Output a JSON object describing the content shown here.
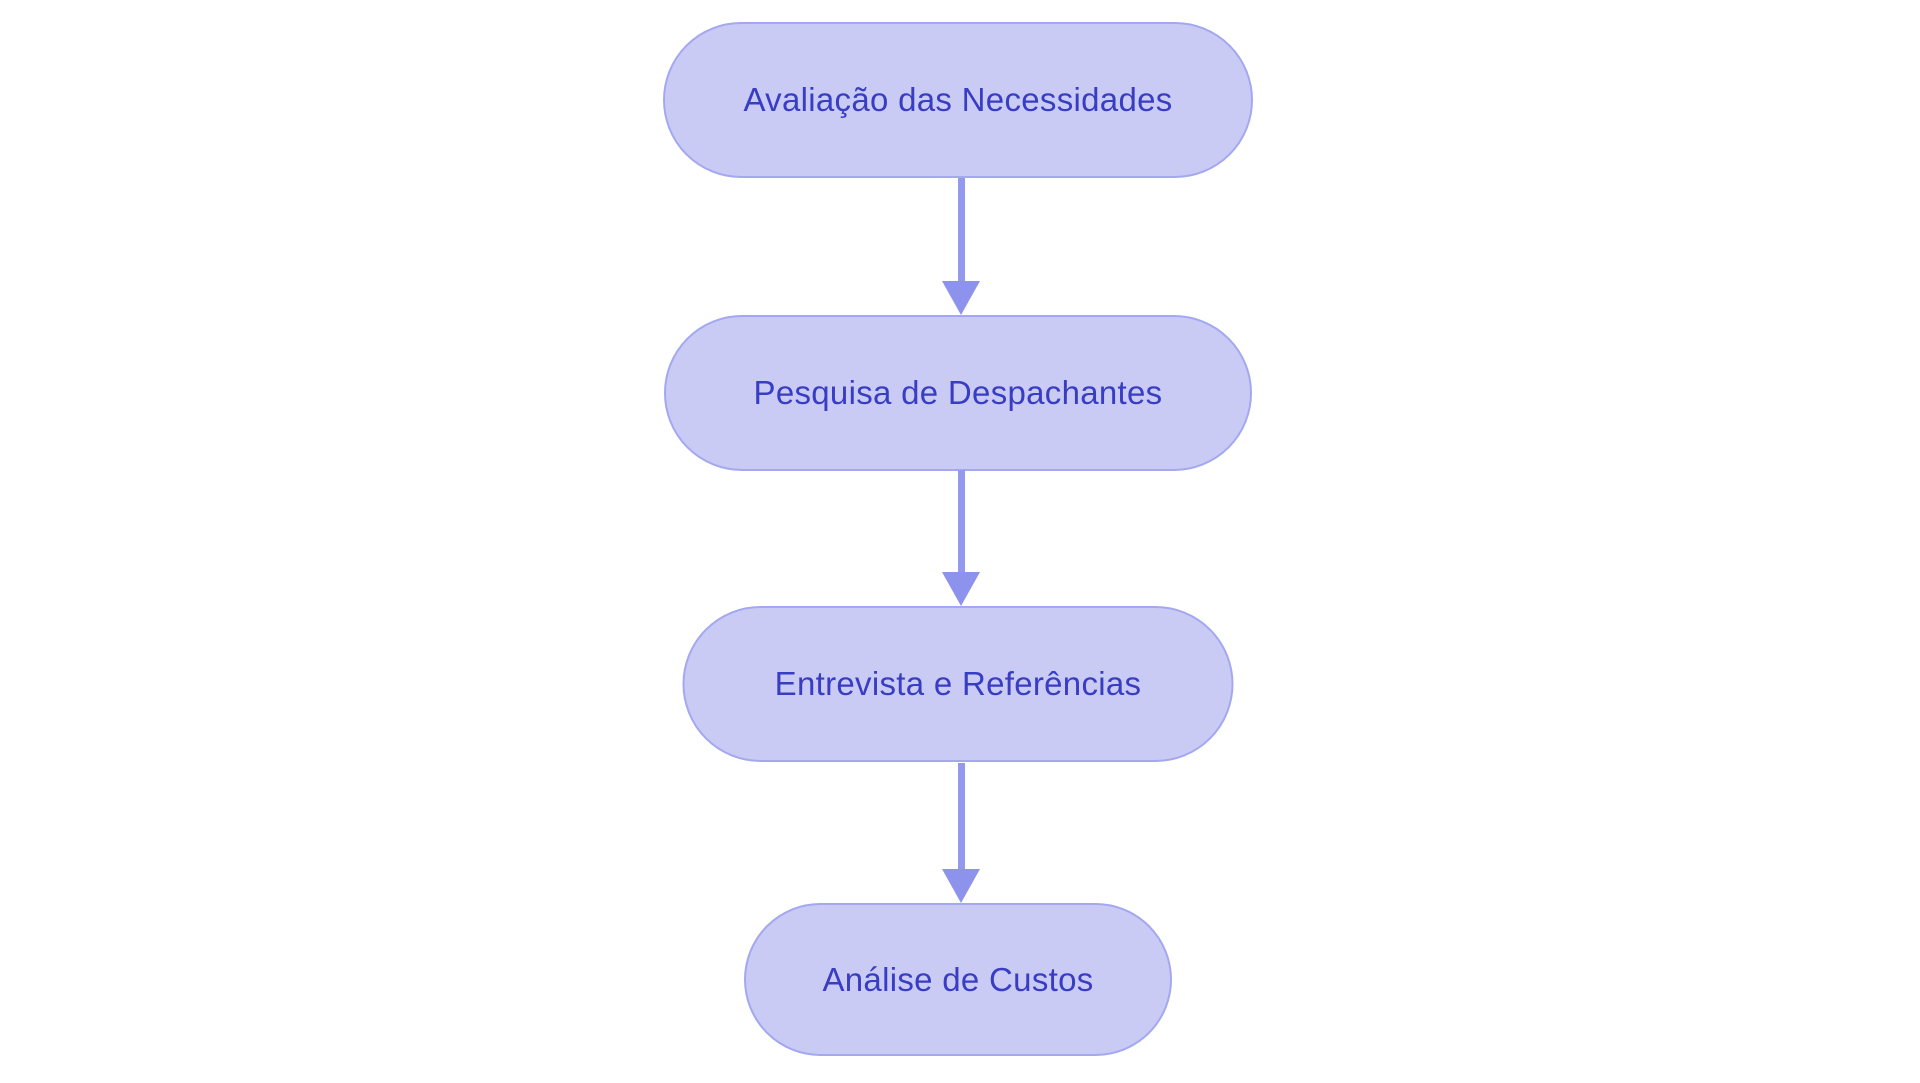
{
  "diagram": {
    "type": "flowchart",
    "direction": "top-down",
    "nodes": [
      {
        "id": "n1",
        "shape": "pill",
        "label": "Avaliação das Necessidades"
      },
      {
        "id": "n2",
        "shape": "pill",
        "label": "Pesquisa de Despachantes"
      },
      {
        "id": "n3",
        "shape": "pill",
        "label": "Entrevista e Referências"
      },
      {
        "id": "n4",
        "shape": "pill",
        "label": "Análise de Custos"
      }
    ],
    "edges": [
      {
        "from": "n1",
        "to": "n2",
        "style": "arrow-down"
      },
      {
        "from": "n2",
        "to": "n3",
        "style": "arrow-down"
      },
      {
        "from": "n3",
        "to": "n4",
        "style": "arrow-down"
      }
    ]
  },
  "colors": {
    "background": "#ffffff",
    "node-fill": "#c9cbf5",
    "node-border": "#a3a8f0",
    "node-text": "#383dc4",
    "arrow-line": "#9499ee",
    "arrow-head": "#8d92ec"
  }
}
